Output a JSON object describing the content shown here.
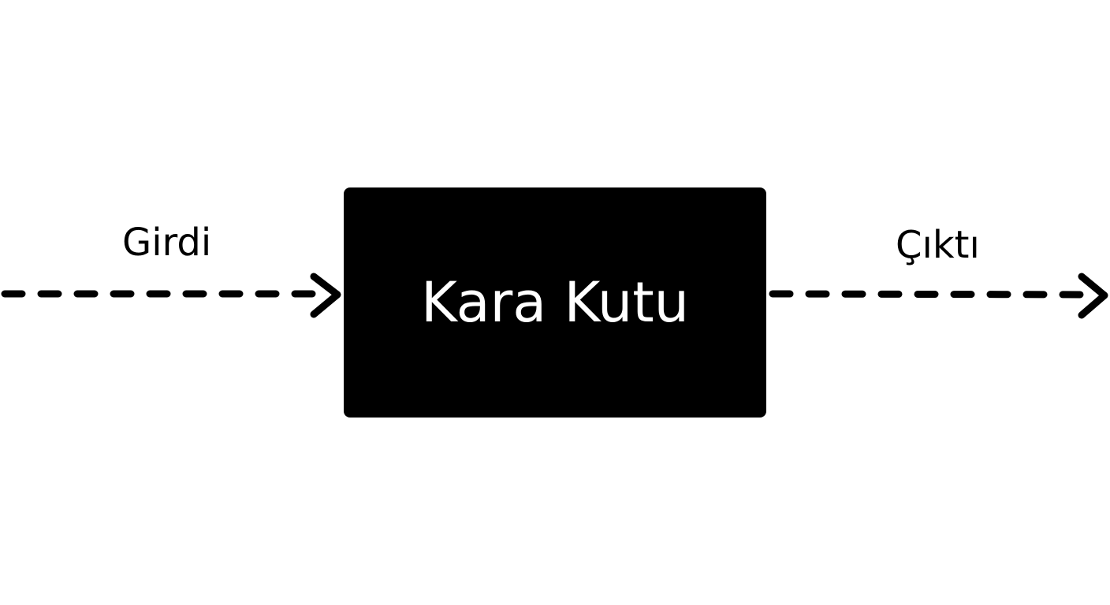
{
  "diagram": {
    "input_label": "Girdi",
    "output_label": "Çıktı",
    "box_label": "Kara Kutu",
    "colors": {
      "box": "#000000",
      "box_text": "#ffffff",
      "background": "#ffffff",
      "lines": "#000000"
    },
    "arrows": [
      {
        "name": "input-arrow",
        "from": "left-edge",
        "to": "box",
        "style": "dashed"
      },
      {
        "name": "output-arrow",
        "from": "box",
        "to": "right-edge",
        "style": "dashed"
      }
    ]
  }
}
